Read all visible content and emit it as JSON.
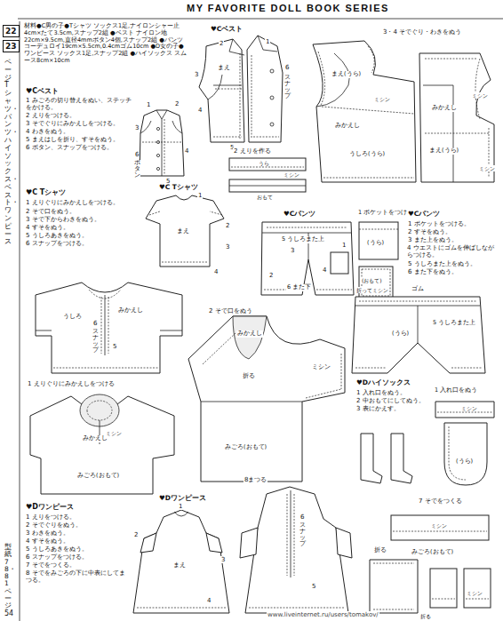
{
  "diagram": {
    "title": "MY FAVORITE DOLL BOOK SERIES",
    "nodes": [
      {
        "text": [
          "22"
        ]
      },
      {
        "text": [
          "23"
        ]
      }
    ],
    "labels": [
      "ページ　Tシャツ・パンツ・ハイソックス・ベスト・ワンピース",
      "型紙78・81ページ",
      "54",
      "材料●C男の子●Tシャツ ソックス1足,ナイロンシャー止4cm×たて3.5cm,スナップ2組 ●ベスト ナイロン地22cm×9.5cm,直径4mmボタン4個,スナップ2組 ●パンツ コーデュロイ19cm×5.5cm,0.4cmゴム10cm ●D女の子●ワンピース ソックス1足,スナップ2組 ●ハイソックス スムース8cm×10cm",
      "♥Cベスト",
      "1 みごろの切り替えをぬい、ステッチをかける。",
      "2 えりをつける。",
      "3 そでぐりにみかえしをつける。",
      "4 わきをぬう。",
      "5 まえはしを折り、すそをぬう。",
      "6 ボタン、スナップをつける。",
      "1",
      "2",
      "3",
      "4",
      "5",
      "6",
      "ボタン",
      "♥Cベスト",
      "2",
      "1",
      "3",
      "まえ",
      "4",
      "5",
      "6",
      "スナップ",
      "3・4 そでぐり・わきをぬう",
      "まえ(うら)",
      "みかえし",
      "うしろ(うら)",
      "ミシン",
      "まえ(うら)",
      "みかえし",
      "ミシン",
      "ミシン",
      "2 えりを作る",
      "ミシン",
      "うら",
      "おもて",
      "♥C Tシャツ",
      "1 えりぐりにみかえしをつける。",
      "2 そで口をぬう。",
      "3 そで下からわきをぬう。",
      "4 すそをぬう。",
      "5 うしろあきをぬう。",
      "6 スナップをつける。",
      "♥C Tシャツ",
      "まえ",
      "1",
      "2",
      "3",
      "4",
      "うしろ",
      "みかえし",
      "6",
      "スナップ",
      "5",
      "♥Cパンツ",
      "5 うしろまた上",
      "3",
      "1",
      "2",
      "6 また下",
      "4",
      "1 ポケットをつける",
      "(うら)",
      "(おもて)",
      "折ってミシン",
      "♥Cパンツ",
      "1 ポケットをつける。",
      "2 すそをぬう。",
      "3 また上をぬう。",
      "4 ウエストにゴムを伸ばしながらつける。",
      "5 うしろまた上をぬう。",
      "6 また下をぬう。",
      "ゴム",
      "5 うしろまた上",
      "(うら)",
      "1 えりぐりにみかえしをつける",
      "みかえし",
      "みごろ(おもて)",
      "ミシン",
      "2 そで口をぬう",
      "折る",
      "ミシン",
      "みかえし",
      "みごろ(おもて)",
      "♥Dハイソックス",
      "1 入れ口をぬう。",
      "2 中おもてにしてぬう。",
      "3 表にかえす。",
      "1 入れ口をぬう",
      "ミシン",
      "(うら)",
      "♥Dワンピース",
      "1 えりをつける。",
      "2 そでぐりをぬう。",
      "3 わきをぬう。",
      "4 すそをぬう。",
      "5 うしろあきをぬう。",
      "6 スナップをつける。",
      "7 そでをつくる。",
      "8 そでをみごろの下に中表にしてまつる。",
      "♥Dワンピース",
      "1",
      "まえ",
      "2",
      "3",
      "4",
      "8まつる",
      "6",
      "スナップ",
      "5",
      "7 そでをつくる",
      "ミシン",
      "折る",
      "みごろ(おもて)",
      "折る",
      "ミシン",
      "www.liveinternet.ru/users/tomakov/"
    ]
  }
}
